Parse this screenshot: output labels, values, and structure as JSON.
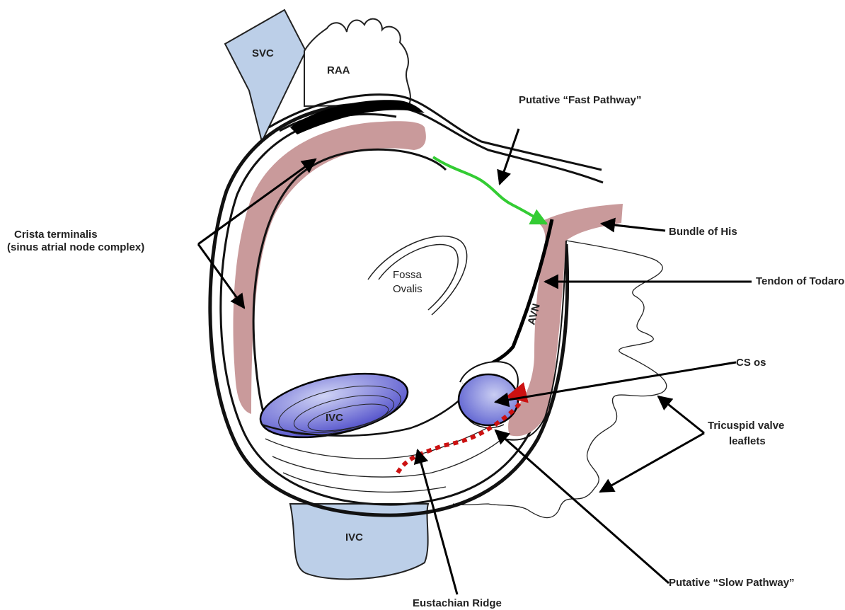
{
  "labels": {
    "svc": "SVC",
    "raa": "RAA",
    "fast_pathway": "Putative “Fast Pathway”",
    "bundle_of_his": "Bundle of His",
    "tendon_of_todaro": "Tendon of Todaro",
    "crista_line1": "Crista terminalis",
    "crista_line2": "(sinus atrial node complex)",
    "fossa_line1": "Fossa",
    "fossa_line2": "Ovalis",
    "avn": "AVN",
    "cs_os": "CS os",
    "ivc_inner": "IVC",
    "ivc_outer": "IVC",
    "tricuspid_line1": "Tricuspid valve",
    "tricuspid_line2": "leaflets",
    "slow_pathway": "Putative “Slow Pathway”",
    "eustachian_ridge": "Eustachian Ridge"
  },
  "colors": {
    "vein_fill": "#bccfe8",
    "crista_fill": "#c99a9b",
    "fast_pathway": "#33cc33",
    "slow_pathway": "#cc1111",
    "ivc_ellipse": "#5d5fd6",
    "cs_os_fill": "#6f74d8"
  }
}
